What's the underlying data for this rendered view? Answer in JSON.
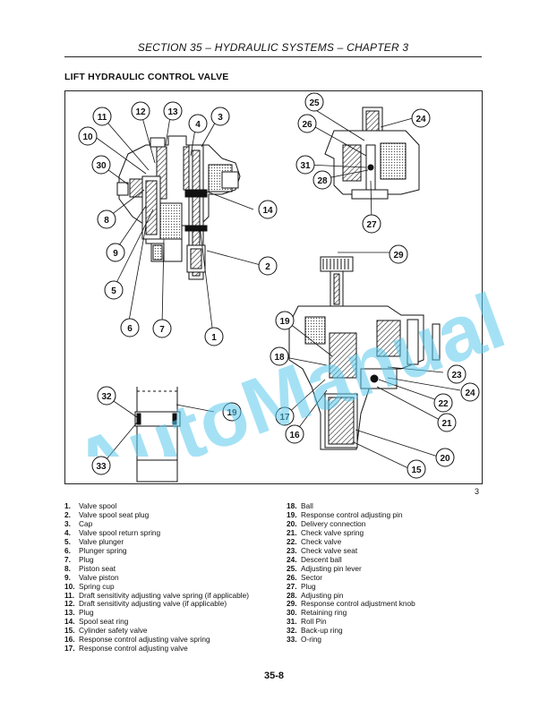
{
  "header": {
    "title": "SECTION 35 – HYDRAULIC SYSTEMS – CHAPTER 3"
  },
  "section_heading": "LIFT HYDRAULIC CONTROL VALVE",
  "figure": {
    "number": "3",
    "callouts": [
      "1",
      "2",
      "3",
      "4",
      "5",
      "6",
      "7",
      "8",
      "9",
      "10",
      "11",
      "12",
      "13",
      "14",
      "15",
      "16",
      "17",
      "18",
      "19",
      "20",
      "21",
      "22",
      "23",
      "24",
      "25",
      "26",
      "27",
      "28",
      "29",
      "30",
      "31",
      "32",
      "33"
    ]
  },
  "legend_left": [
    {
      "num": "1.",
      "text": "Valve spool"
    },
    {
      "num": "2.",
      "text": "Valve spool seat plug"
    },
    {
      "num": "3.",
      "text": "Cap"
    },
    {
      "num": "4.",
      "text": "Valve spool return spring"
    },
    {
      "num": "5.",
      "text": "Valve plunger"
    },
    {
      "num": "6.",
      "text": "Plunger spring"
    },
    {
      "num": "7.",
      "text": "Plug"
    },
    {
      "num": "8.",
      "text": "Piston seat"
    },
    {
      "num": "9.",
      "text": "Valve piston"
    },
    {
      "num": "10.",
      "text": "Spring cup"
    },
    {
      "num": "11.",
      "text": "Draft sensitivity adjusting valve spring (if applicable)"
    },
    {
      "num": "12.",
      "text": "Draft sensitivity adjusting valve (if applicable)"
    },
    {
      "num": "13.",
      "text": "Plug"
    },
    {
      "num": "14.",
      "text": "Spool seat ring"
    },
    {
      "num": "15.",
      "text": "Cylinder safety valve"
    },
    {
      "num": "16.",
      "text": "Response control adjusting valve spring"
    },
    {
      "num": "17.",
      "text": "Response control adjusting valve"
    }
  ],
  "legend_right": [
    {
      "num": "18.",
      "text": "Ball"
    },
    {
      "num": "19.",
      "text": "Response control adjusting pin"
    },
    {
      "num": "20.",
      "text": "Delivery connection"
    },
    {
      "num": "21.",
      "text": "Check valve spring"
    },
    {
      "num": "22.",
      "text": "Check valve"
    },
    {
      "num": "23.",
      "text": "Check valve seat"
    },
    {
      "num": "24.",
      "text": "Descent ball"
    },
    {
      "num": "25.",
      "text": "Adjusting pin lever"
    },
    {
      "num": "26.",
      "text": "Sector"
    },
    {
      "num": "27.",
      "text": "Plug"
    },
    {
      "num": "28.",
      "text": "Adjusting pin"
    },
    {
      "num": "29.",
      "text": "Response control adjustment knob"
    },
    {
      "num": "30.",
      "text": "Retaining ring"
    },
    {
      "num": "31.",
      "text": "Roll Pin"
    },
    {
      "num": "32.",
      "text": "Back-up ring"
    },
    {
      "num": "33.",
      "text": "O-ring"
    }
  ],
  "page_number": "35-8",
  "watermark": {
    "text": "AutoManual",
    "color": "#5bc8ec"
  }
}
